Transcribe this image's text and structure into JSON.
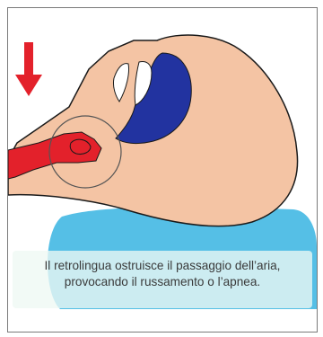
{
  "caption": {
    "line1": "Il retrolingua ostruisce il passaggio dell’aria,",
    "line2": "provocando il russamento o l’apnea."
  },
  "colors": {
    "skin": "#f4c4a4",
    "outline": "#1a1a1a",
    "tongue_airway": "#2233a0",
    "throat_tissue": "#e3212b",
    "arrow": "#e3212b",
    "pillow": "#55bfe6",
    "caption_bg": "#eef8f3"
  },
  "icons": {
    "arrow": "arrow-down-icon",
    "highlight": "magnifier-circle"
  }
}
